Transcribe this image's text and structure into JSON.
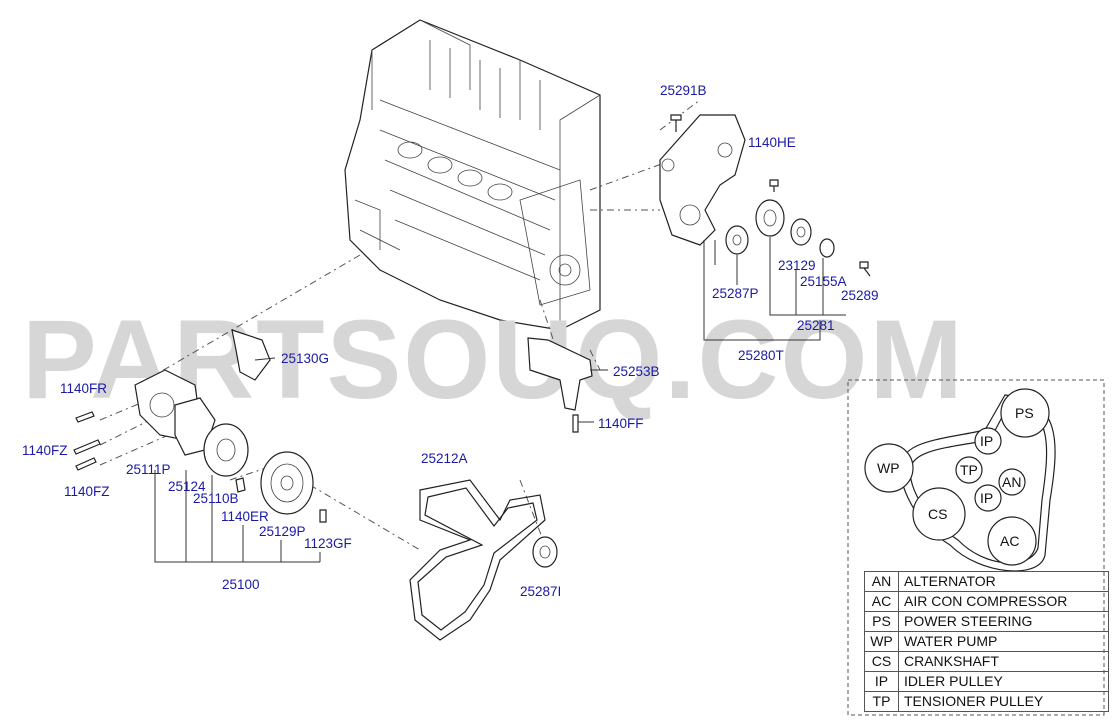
{
  "watermark": "PARTSOUQ.COM",
  "part_numbers": {
    "p25291B": "25291B",
    "p1140HE": "1140HE",
    "p23129": "23129",
    "p25155A": "25155A",
    "p25287P": "25287P",
    "p25289": "25289",
    "p25281": "25281",
    "p25280T": "25280T",
    "p25130G": "25130G",
    "p25253B": "25253B",
    "p1140FR": "1140FR",
    "p1140FF": "1140FF",
    "p1140FZ_a": "1140FZ",
    "p1140FZ_b": "1140FZ",
    "p25111P": "25111P",
    "p25124": "25124",
    "p25110B": "25110B",
    "p1140ER": "1140ER",
    "p25129P": "25129P",
    "p1123GF": "1123GF",
    "p25100": "25100",
    "p25212A": "25212A",
    "p25287I": "25287I"
  },
  "belt_layout": {
    "pulleys": {
      "PS": "PS",
      "IP1": "IP",
      "WP": "WP",
      "TP": "TP",
      "AN": "AN",
      "IP2": "IP",
      "CS": "CS",
      "AC": "AC"
    }
  },
  "legend": [
    {
      "abbr": "AN",
      "name": "ALTERNATOR"
    },
    {
      "abbr": "AC",
      "name": "AIR CON COMPRESSOR"
    },
    {
      "abbr": "PS",
      "name": "POWER STEERING"
    },
    {
      "abbr": "WP",
      "name": "WATER PUMP"
    },
    {
      "abbr": "CS",
      "name": "CRANKSHAFT"
    },
    {
      "abbr": "IP",
      "name": "IDLER PULLEY"
    },
    {
      "abbr": "TP",
      "name": "TENSIONER PULLEY"
    }
  ]
}
